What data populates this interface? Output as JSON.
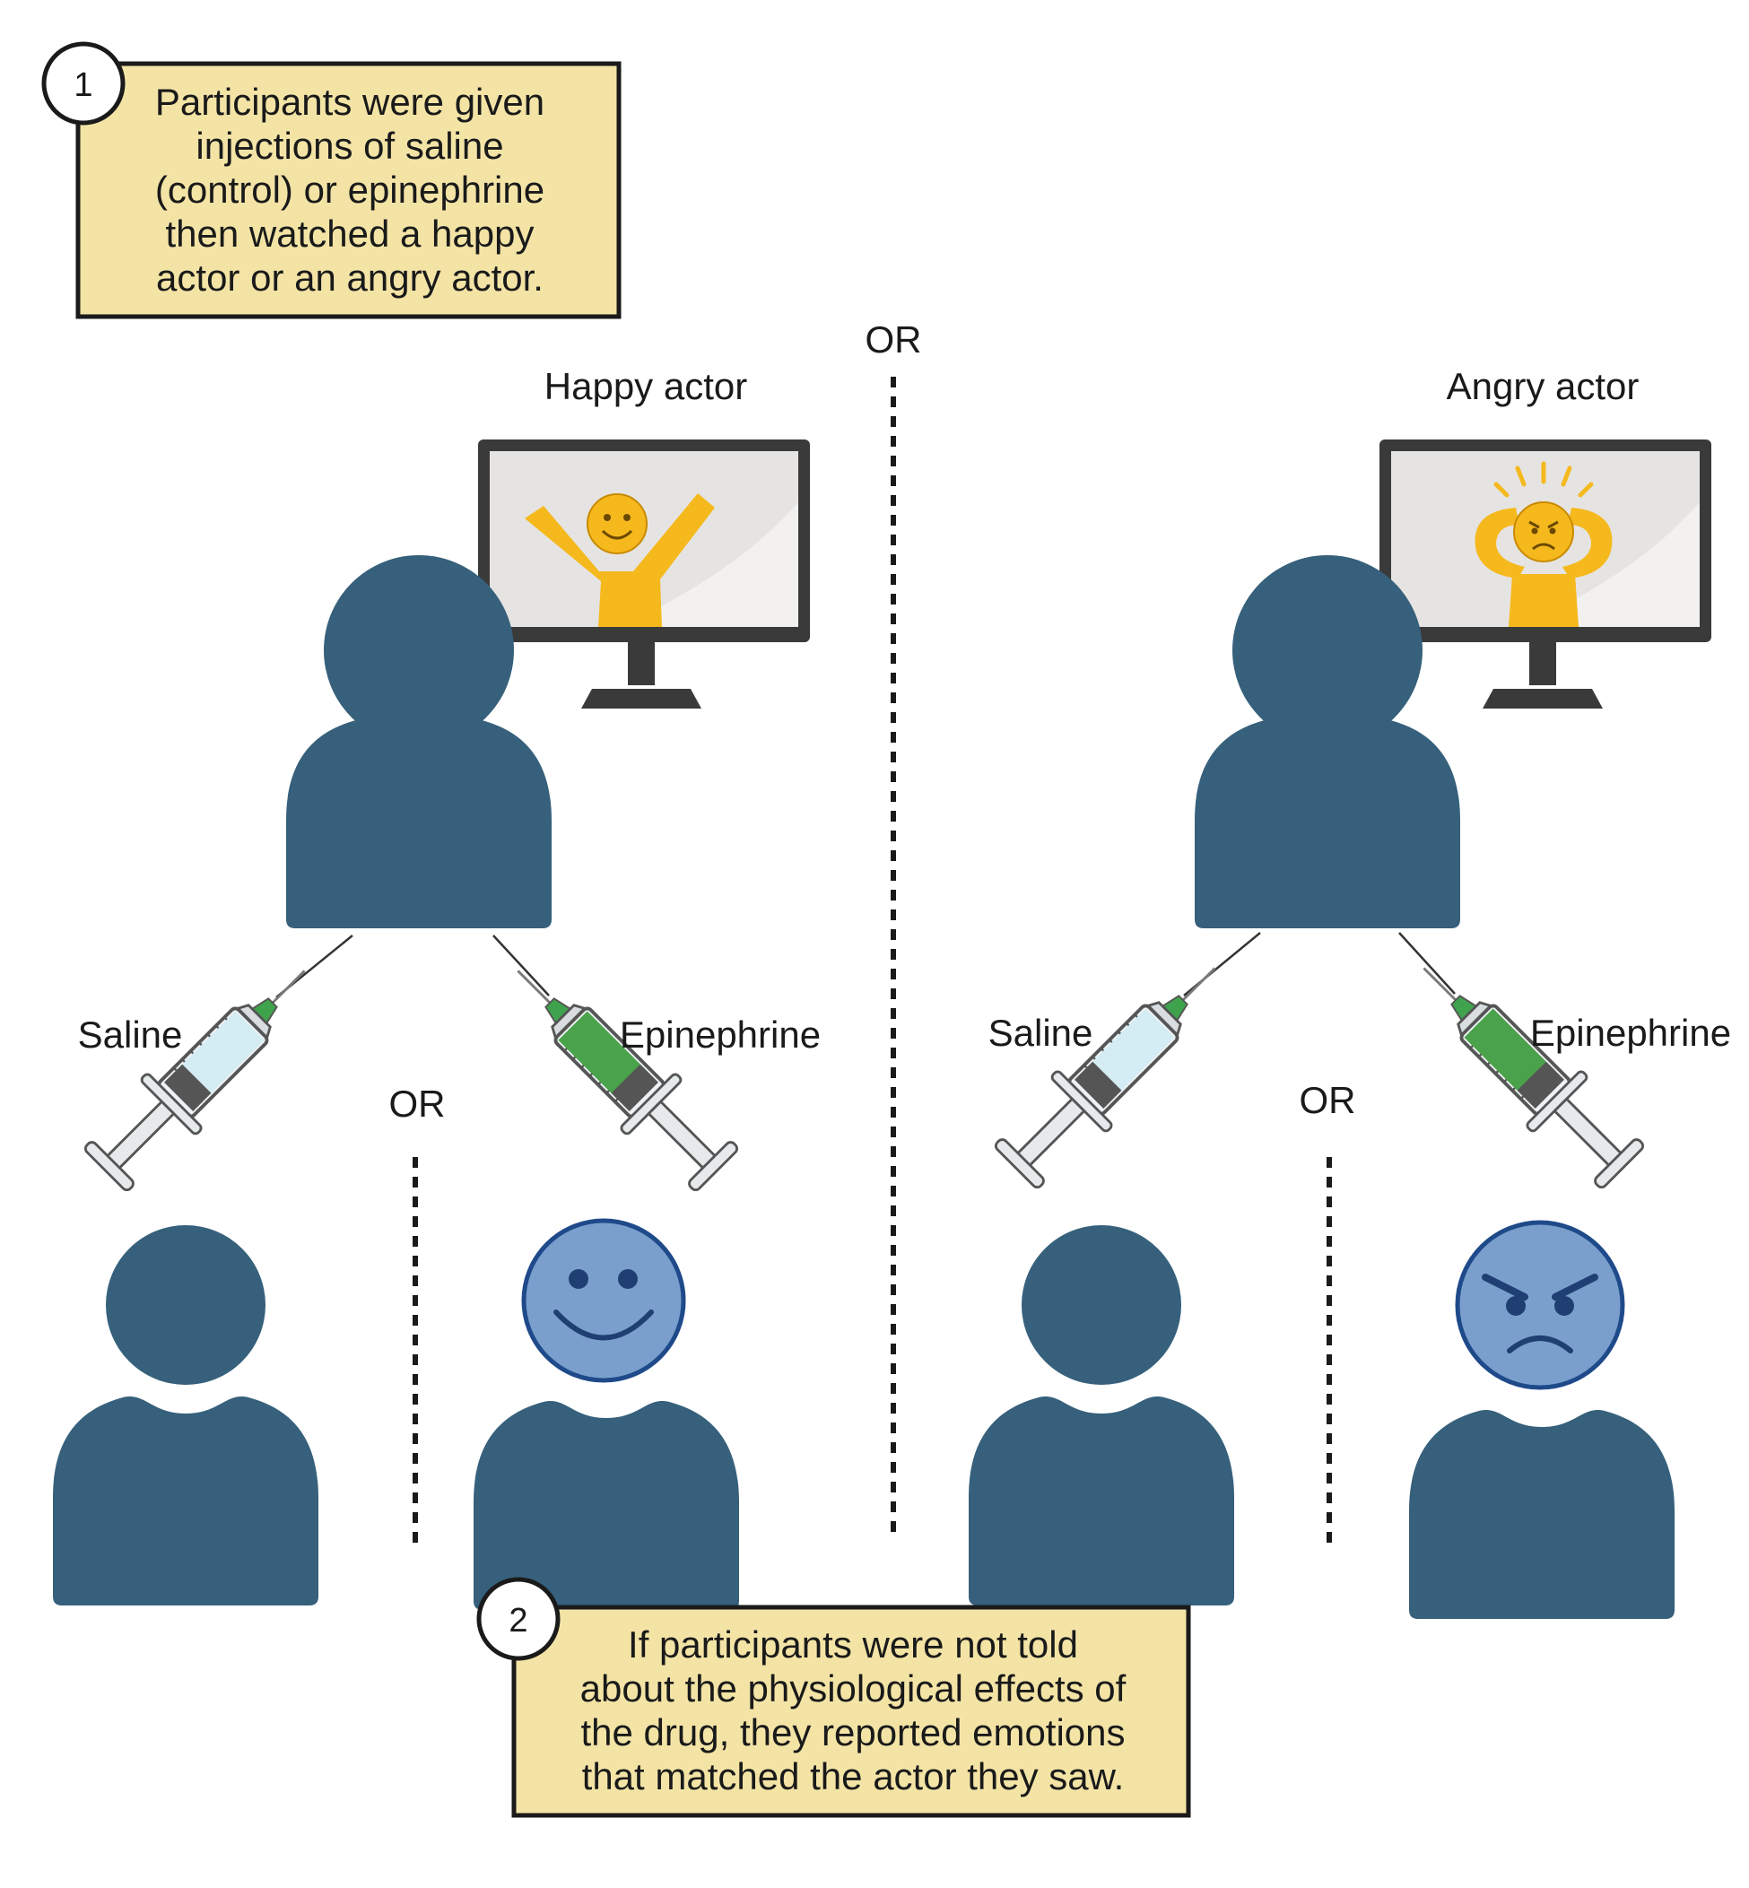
{
  "step1": {
    "number": "1",
    "lines": [
      "Participants were given",
      "injections of saline",
      "(control) or epinephrine",
      "then watched a happy",
      "actor or an angry actor."
    ]
  },
  "step2": {
    "number": "2",
    "lines": [
      "If participants were not told",
      "about the physiological effects of",
      "the drug, they reported emotions",
      "that matched the actor they saw."
    ]
  },
  "center_or": "OR",
  "left_panel": {
    "actor_label": "Happy actor",
    "saline_label": "Saline",
    "epinephrine_label": "Epinephrine",
    "or_label": "OR"
  },
  "right_panel": {
    "actor_label": "Angry actor",
    "saline_label": "Saline",
    "epinephrine_label": "Epinephrine",
    "or_label": "OR"
  },
  "colors": {
    "person": "#36607b",
    "box_fill": "#f3e4a6",
    "actor_yellow": "#f5b91e",
    "face_blue": "#7a9fcd",
    "face_outline": "#1f4a8a",
    "monitor": "#3a3a3a",
    "screen": "#e6e4e2"
  }
}
